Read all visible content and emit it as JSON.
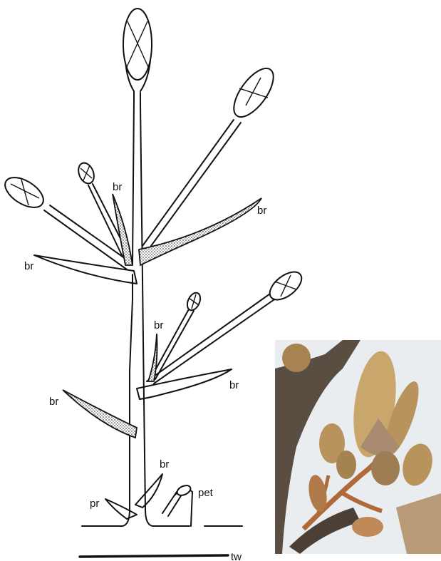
{
  "labels": {
    "br_1": "br",
    "br_2": "br",
    "br_3": "br",
    "br_4": "br",
    "br_5": "br",
    "br_6": "br",
    "br_7": "br",
    "pr": "pr",
    "pet": "pet",
    "tw": "tw"
  },
  "colors": {
    "ink": "#111111",
    "photo_background": "#e9edf0",
    "twig_bark": "#5a4d42",
    "hairy_bud": "#b8945c",
    "pedicel": "#b06a3a"
  }
}
